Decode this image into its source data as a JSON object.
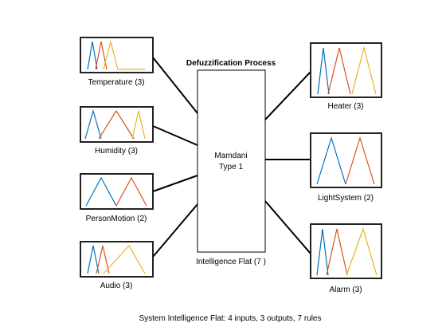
{
  "title": "Defuzzification Process",
  "system": {
    "engine_line1": "Mamdani",
    "engine_line2": "Type 1",
    "label": "Intelligence Flat (7 )"
  },
  "caption": "System Intelligence Flat: 4 inputs, 3 outputs, 7 rules",
  "colors": {
    "mf1": "#0072BD",
    "mf2": "#D95319",
    "mf3": "#EDB120",
    "box_stroke": "#222222",
    "line": "#000000"
  },
  "inputs": [
    {
      "label": "Temperature (3)",
      "mf_count": 3
    },
    {
      "label": "Humidity (3)",
      "mf_count": 3
    },
    {
      "label": "PersonMotion (2)",
      "mf_count": 2
    },
    {
      "label": "Audio (3)",
      "mf_count": 3
    }
  ],
  "outputs": [
    {
      "label": "Heater (3)",
      "mf_count": 3
    },
    {
      "label": "LightSystem (2)",
      "mf_count": 2
    },
    {
      "label": "Alarm (3)",
      "mf_count": 3
    }
  ]
}
